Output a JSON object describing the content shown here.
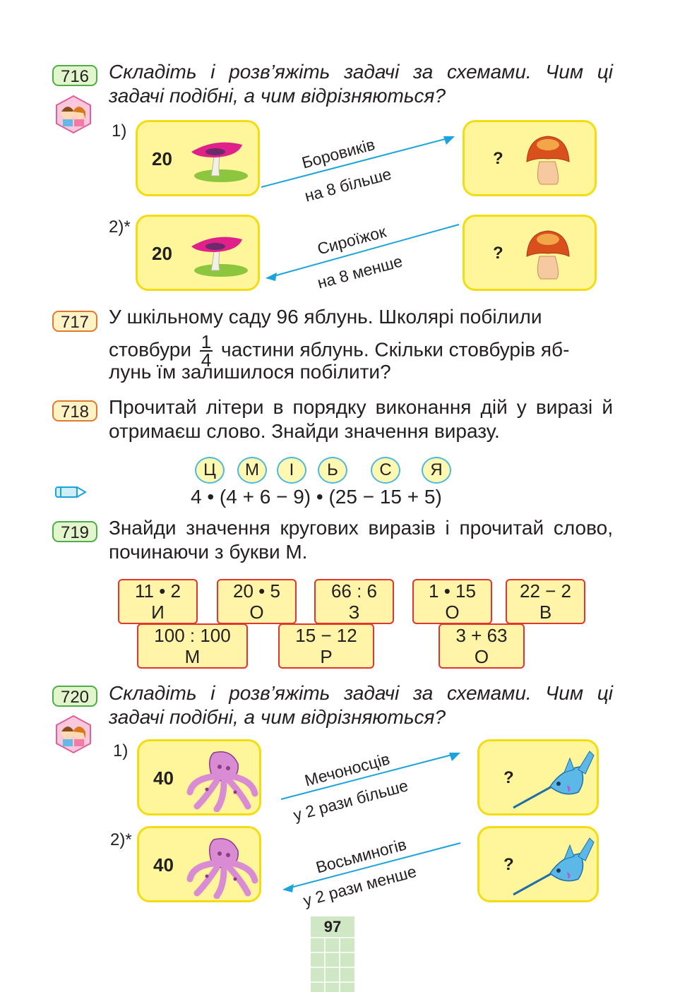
{
  "tasks": {
    "t716": {
      "number": "716",
      "text": "Складіть і розв’яжіть задачі за схемами. Чим ці задачі подібні, а чим відрізняються?",
      "sub1": "1)",
      "sub2": "2)*",
      "left_value_1": "20",
      "left_value_2": "20",
      "question_1": "?",
      "question_2": "?",
      "arrow1_top": "Боровиків",
      "arrow1_bottom": "на 8 більше",
      "arrow2_top": "Сироїжок",
      "arrow2_bottom": "на 8 менше"
    },
    "t717": {
      "number": "717",
      "line1": "У шкільному саду 96 яблунь. Школярі побілили",
      "line2_before": "стовбури",
      "frac_num": "1",
      "frac_den": "4",
      "line2_after": "частини яблунь. Скільки стовбурів яб-",
      "line3": "лунь їм залишилося побілити?"
    },
    "t718": {
      "number": "718",
      "text": "Прочитай літери в порядку виконання дій у виразі й отримаєш слово. Знайди значення виразу.",
      "letters": [
        "Ц",
        "М",
        "І",
        "Ь",
        "С",
        "Я"
      ],
      "expression": "4 • (4 + 6 − 9) • (25 − 15 + 5)"
    },
    "t719": {
      "number": "719",
      "text": "Знайди значення кругових виразів і прочитай слово, починаючи з букви М.",
      "boxes": [
        {
          "expr": "11 • 2",
          "letter": "И"
        },
        {
          "expr": "20 • 5",
          "letter": "О"
        },
        {
          "expr": "66 : 6",
          "letter": "З"
        },
        {
          "expr": "1 • 15",
          "letter": "О"
        },
        {
          "expr": "22 − 2",
          "letter": "В"
        },
        {
          "expr": "100 : 100",
          "letter": "М"
        },
        {
          "expr": "15 − 12",
          "letter": "Р"
        },
        {
          "expr": "3 + 63",
          "letter": "О"
        }
      ]
    },
    "t720": {
      "number": "720",
      "text": "Складіть і розв’яжіть задачі за схемами. Чим ці задачі подібні, а чим відрізняються?",
      "sub1": "1)",
      "sub2": "2)*",
      "left_value_1": "40",
      "left_value_2": "40",
      "question_1": "?",
      "question_2": "?",
      "arrow1_top": "Мечоносців",
      "arrow1_bottom": "у 2 рази більше",
      "arrow2_top": "Восьминогів",
      "arrow2_bottom": "у 2 рази менше"
    }
  },
  "page_number": "97",
  "icons": [
    "kids-icon",
    "pencil-icon",
    "mushroom-icon",
    "octopus-icon",
    "swordfish-icon"
  ],
  "colors": {
    "badge_green": "#4fae48",
    "badge_orange": "#e07b2d",
    "box_yellow": "#fff59a",
    "arrow_blue": "#1aa3dc",
    "box_red_border": "#e3342f"
  }
}
